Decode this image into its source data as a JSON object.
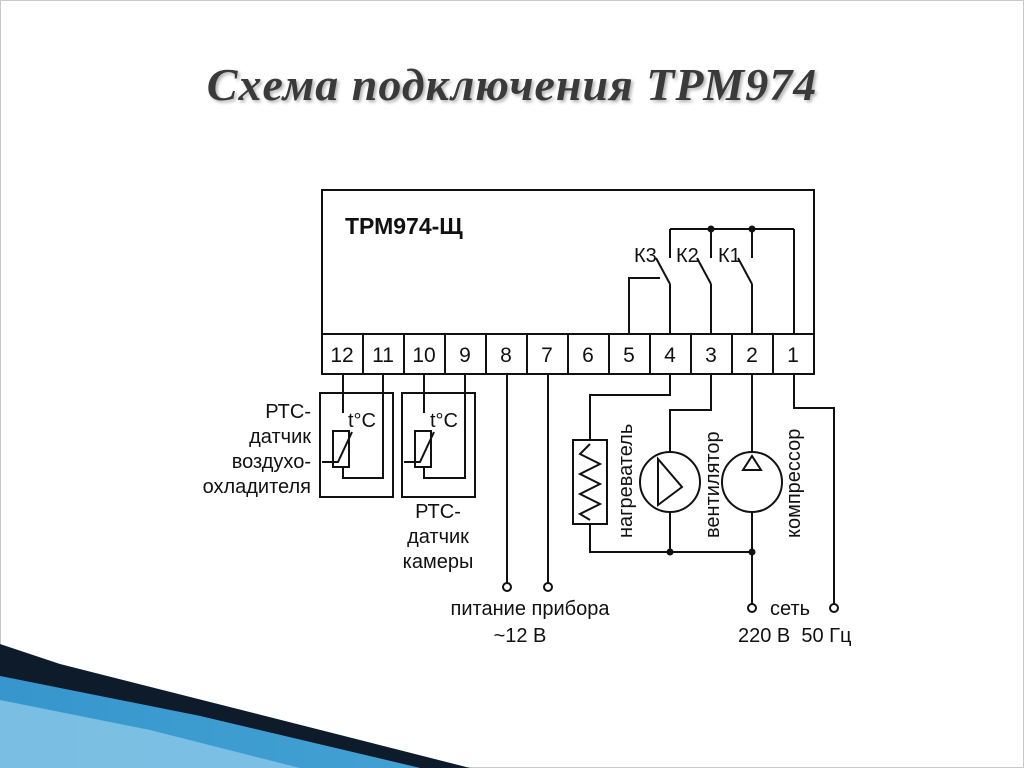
{
  "slide": {
    "title": "Схема подключения ТРМ974"
  },
  "device": {
    "model": "ТРМ974-Щ",
    "relays": [
      "К3",
      "К2",
      "К1"
    ],
    "terminals": [
      "12",
      "11",
      "10",
      "9",
      "8",
      "7",
      "6",
      "5",
      "4",
      "3",
      "2",
      "1"
    ]
  },
  "sensors": {
    "temp_symbol": "t°C",
    "air_cooler": [
      "РТС-",
      "датчик",
      "воздухо-",
      "охладителя"
    ],
    "chamber": [
      "РТС-",
      "датчик",
      "камеры"
    ]
  },
  "loads": {
    "heater": "нагреватель",
    "fan": "вентилятор",
    "compressor": "компрессор"
  },
  "power": {
    "device_supply": [
      "питание прибора",
      "~12 В"
    ],
    "mains": [
      "сеть",
      "220 В  50 Гц"
    ]
  },
  "colors": {
    "accent_dark": "#0d1b2a",
    "accent_blue": "#2b8fc4",
    "accent_light": "#8cc8e8"
  }
}
